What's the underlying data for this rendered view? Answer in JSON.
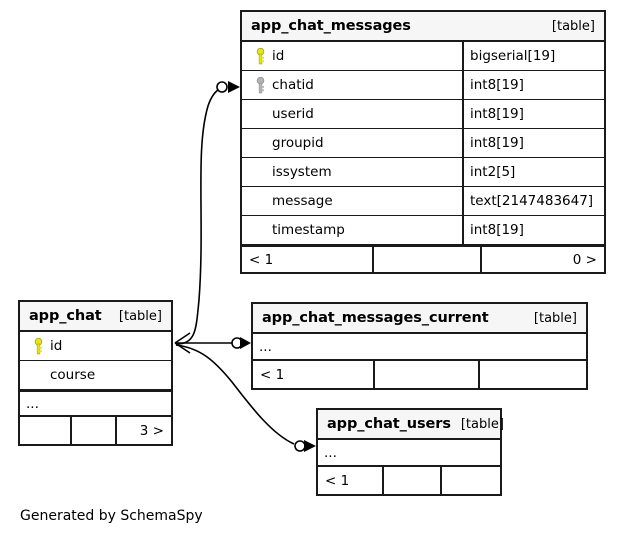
{
  "diagram": {
    "caption": "Generated by SchemaSpy",
    "kind_label": "[table]",
    "ellipsis": "...",
    "colors": {
      "primary_key": "#e8e80c",
      "foreign_key": "#b4b4b4",
      "border": "#1a1a1a",
      "header_bg": "#f6f6f6",
      "background": "#ffffff"
    },
    "tables": [
      {
        "id": "app_chat_messages",
        "name": "app_chat_messages",
        "kind": "[table]",
        "columns": [
          {
            "name": "id",
            "type": "bigserial[19]",
            "key": "primary-key-icon"
          },
          {
            "name": "chatid",
            "type": "int8[19]",
            "key": "foreign-key-icon"
          },
          {
            "name": "userid",
            "type": "int8[19]",
            "key": "none"
          },
          {
            "name": "groupid",
            "type": "int8[19]",
            "key": "none"
          },
          {
            "name": "issystem",
            "type": "int2[5]",
            "key": "none"
          },
          {
            "name": "message",
            "type": "text[2147483647]",
            "key": "none"
          },
          {
            "name": "timestamp",
            "type": "int8[19]",
            "key": "none"
          }
        ],
        "footer": [
          "< 1",
          "",
          "0 >"
        ]
      },
      {
        "id": "app_chat",
        "name": "app_chat",
        "kind": "[table]",
        "columns": [
          {
            "name": "id",
            "type": "",
            "key": "primary-key-icon"
          },
          {
            "name": "course",
            "type": "",
            "key": "none"
          }
        ],
        "has_ellipsis": true,
        "footer": [
          "",
          "",
          "3 >"
        ]
      },
      {
        "id": "app_chat_messages_current",
        "name": "app_chat_messages_current",
        "kind": "[table]",
        "columns": [],
        "has_ellipsis": true,
        "footer": [
          "< 1",
          "",
          ""
        ]
      },
      {
        "id": "app_chat_users",
        "name": "app_chat_users",
        "kind": "[table]",
        "columns": [],
        "has_ellipsis": true,
        "footer": [
          "< 1",
          "",
          ""
        ]
      }
    ],
    "relationships": [
      {
        "from": "app_chat",
        "to": "app_chat_messages"
      },
      {
        "from": "app_chat",
        "to": "app_chat_messages_current"
      },
      {
        "from": "app_chat",
        "to": "app_chat_users"
      }
    ]
  }
}
